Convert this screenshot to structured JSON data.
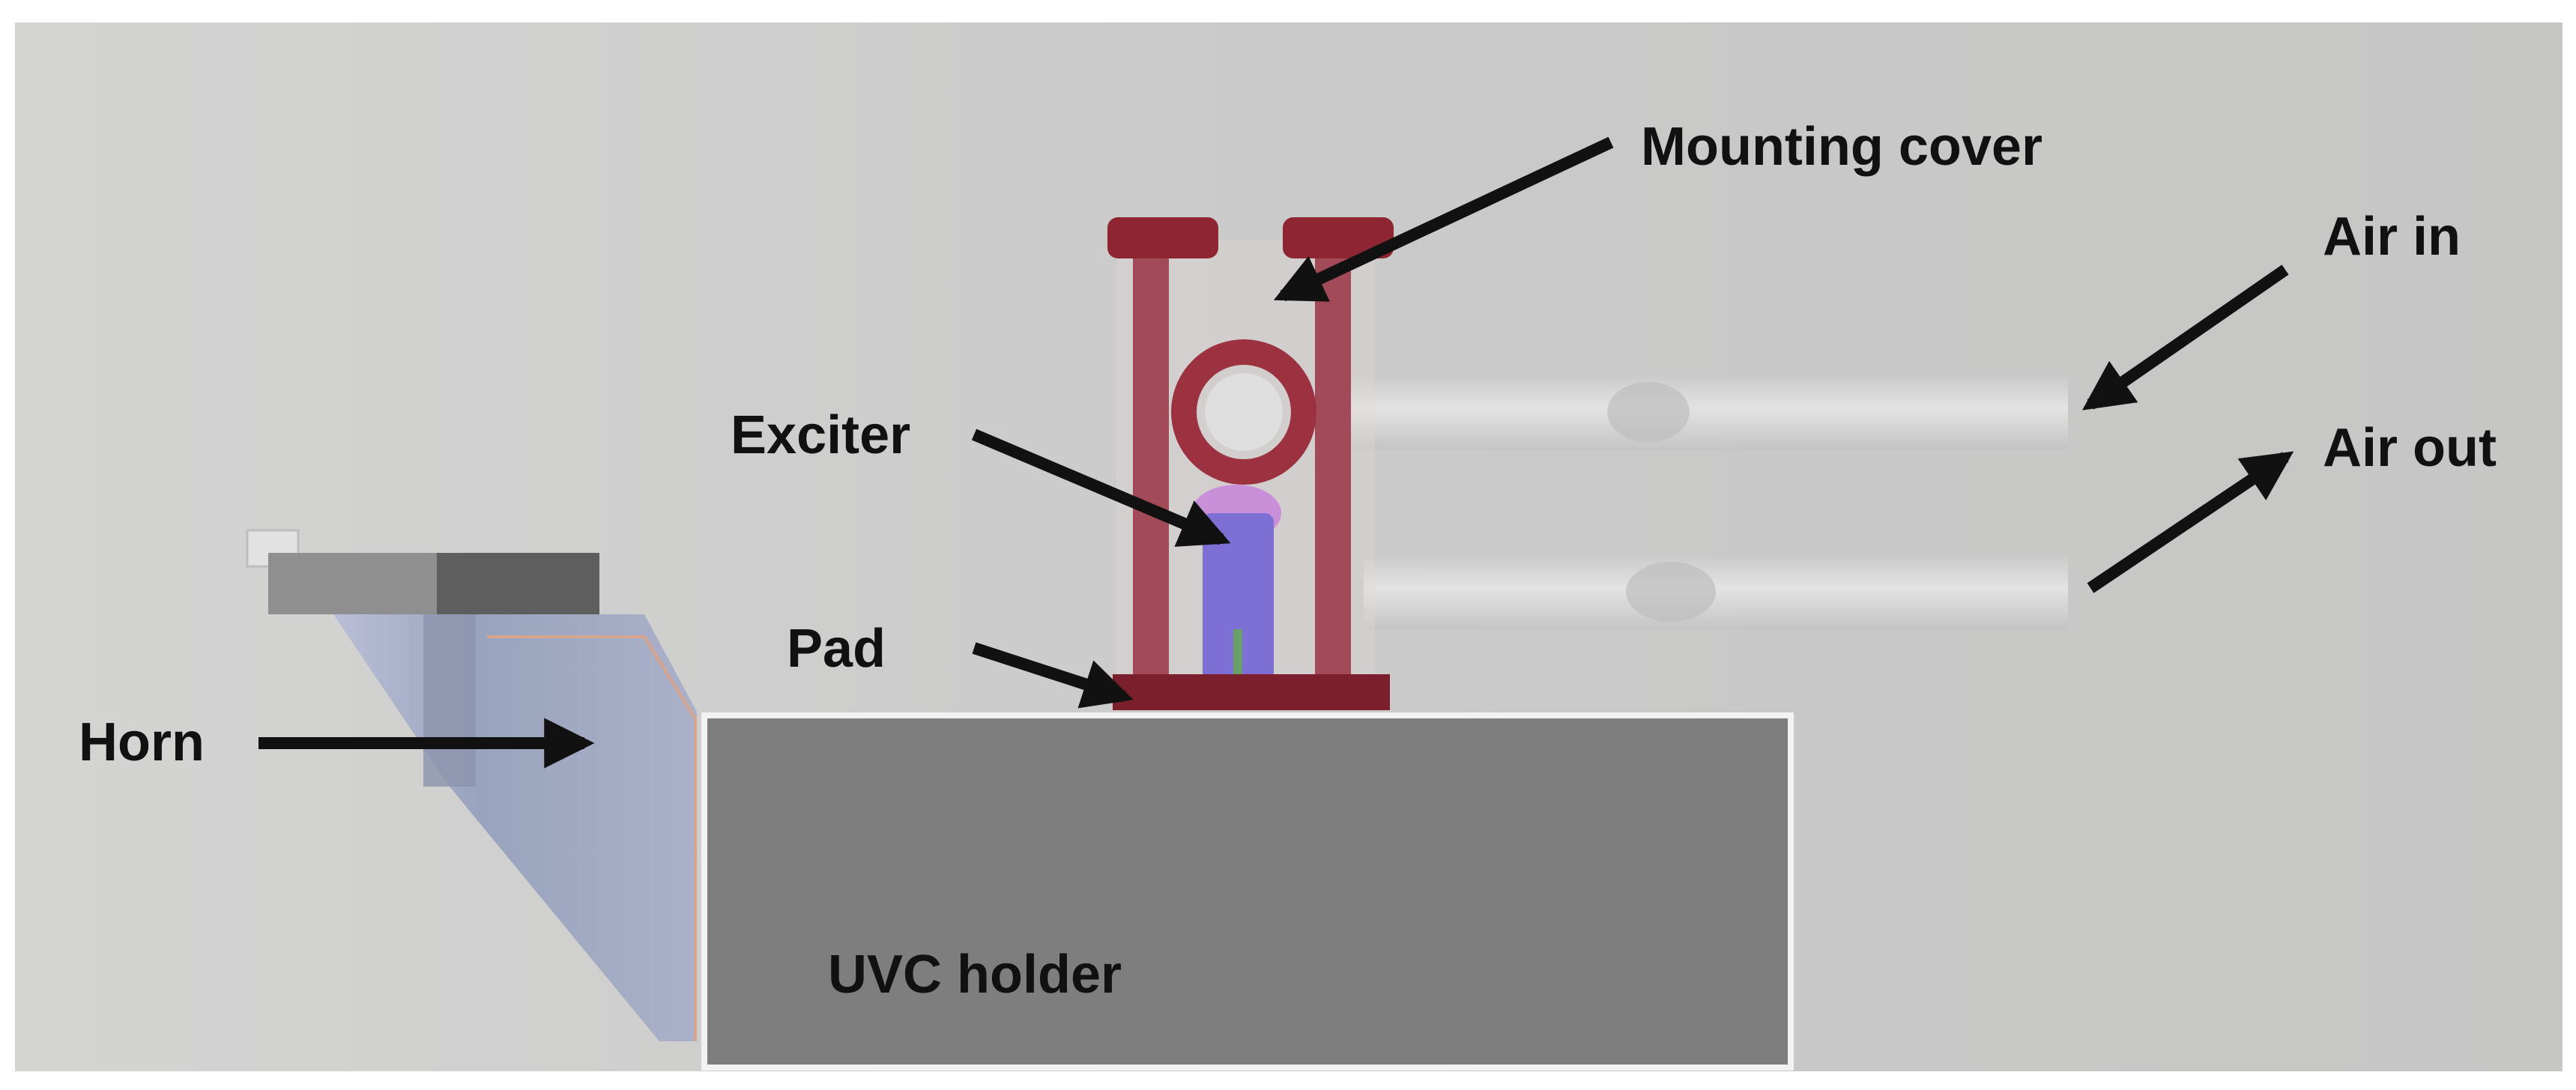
{
  "labels": {
    "mounting_cover": "Mounting cover",
    "air_in": "Air in",
    "air_out": "Air out",
    "exciter": "Exciter",
    "pad": "Pad",
    "horn": "Horn",
    "uvc_holder": "UVC holder"
  },
  "colors": {
    "background": "#cfcfce",
    "holder": "#7f7f7f",
    "horn": "#a9b0c7",
    "cover": "#9e3a48",
    "exciter": "#7d6fd3",
    "tube": "#d8d8d8",
    "arrow": "#111111"
  }
}
